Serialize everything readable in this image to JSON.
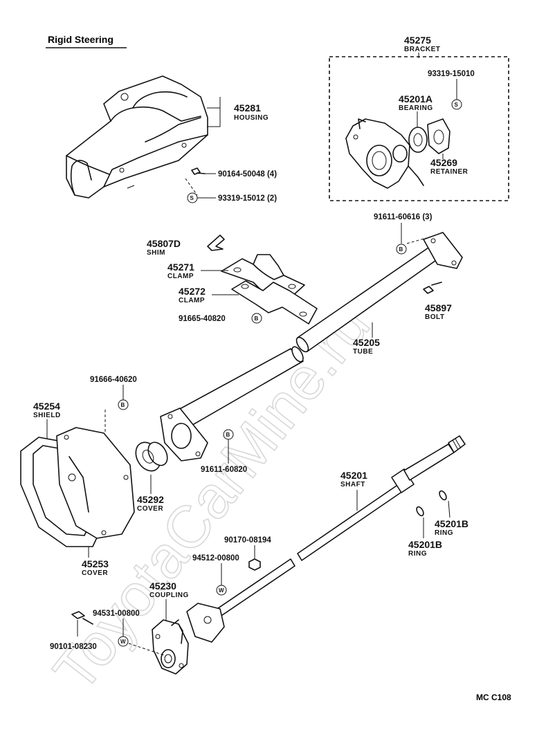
{
  "title": "Rigid Steering",
  "figure_code": "MC  C108",
  "watermark": "ToyotaCarMine.ru",
  "parts": {
    "housing": {
      "number": "45281",
      "name": "HOUSING"
    },
    "bracket": {
      "number": "45275",
      "name": "BRACKET"
    },
    "bearing": {
      "number": "45201A",
      "name": "BEARING"
    },
    "retainer": {
      "number": "45269",
      "name": "RETAINER"
    },
    "shim": {
      "number": "45807D",
      "name": "SHIM"
    },
    "clamp1": {
      "number": "45271",
      "name": "CLAMP"
    },
    "clamp2": {
      "number": "45272",
      "name": "CLAMP"
    },
    "bolt": {
      "number": "45897",
      "name": "BOLT"
    },
    "tube": {
      "number": "45205",
      "name": "TUBE"
    },
    "shield": {
      "number": "45254",
      "name": "SHIELD"
    },
    "cover_plug": {
      "number": "45292",
      "name": "COVER"
    },
    "cover_plate": {
      "number": "45253",
      "name": "COVER"
    },
    "shaft": {
      "number": "45201",
      "name": "SHAFT"
    },
    "ring1": {
      "number": "45201B",
      "name": "RING"
    },
    "ring2": {
      "number": "45201B",
      "name": "RING"
    },
    "coupling": {
      "number": "45230",
      "name": "COUPLING"
    }
  },
  "fasteners": {
    "f1": "93319-15010",
    "f2": "90164-50048 (4)",
    "f3": "93319-15012 (2)",
    "f4": "91611-60616 (3)",
    "f5": "91665-40820",
    "f6": "91666-40620",
    "f7": "91611-60820",
    "f8": "90170-08194",
    "f9": "94512-00800",
    "f10": "94531-00800",
    "f11": "90101-08230"
  },
  "symbols": {
    "spring": "S",
    "bolt": "B",
    "washer": "W"
  }
}
